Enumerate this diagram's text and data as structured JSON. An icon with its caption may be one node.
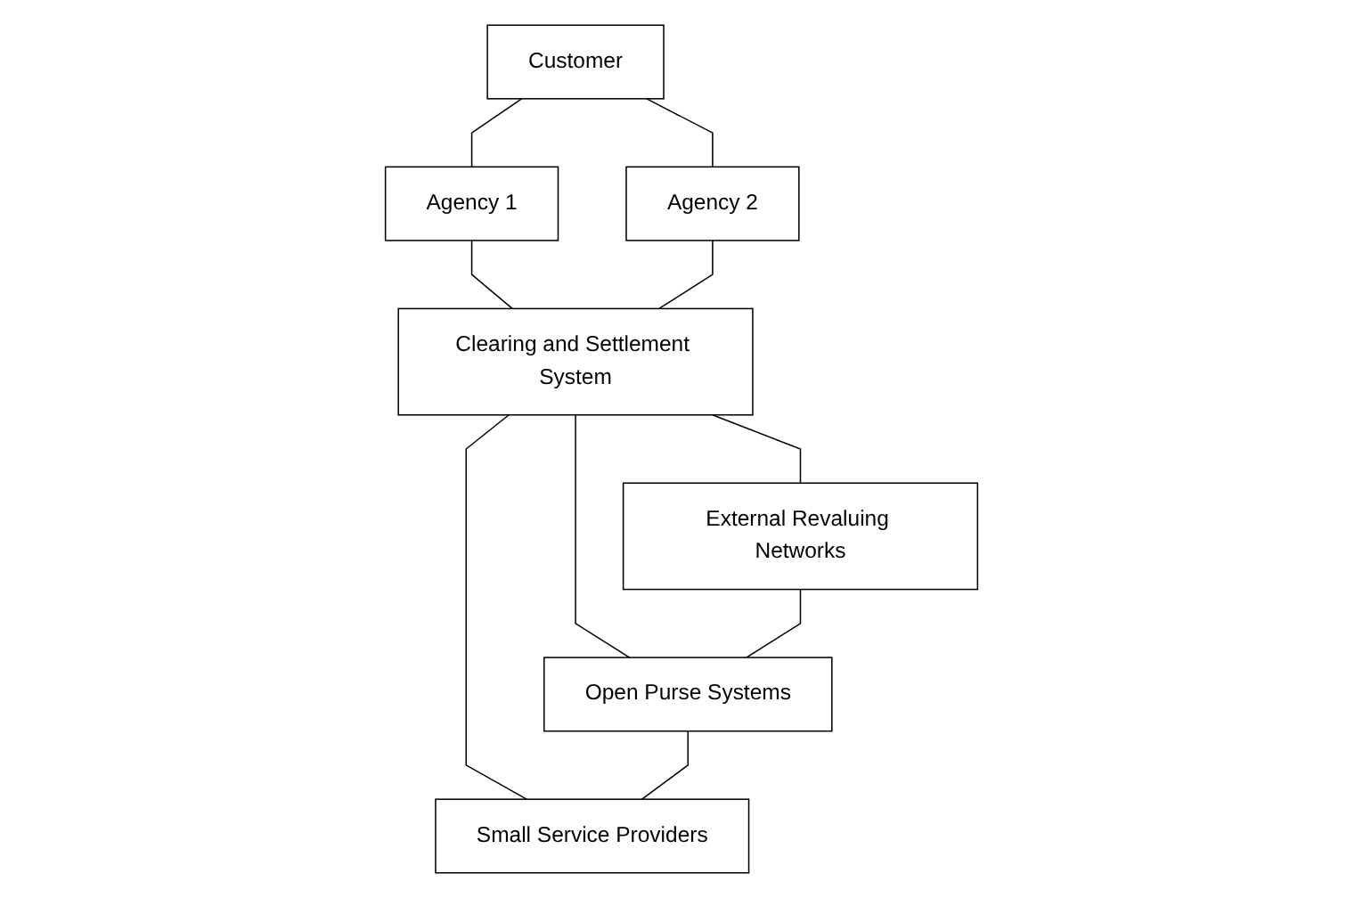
{
  "diagram": {
    "nodes": [
      {
        "text": [
          "Customer"
        ]
      },
      {
        "text": [
          "Agency 1"
        ]
      },
      {
        "text": [
          "Agency 2"
        ]
      },
      {
        "text": [
          "Clearing and Settlement System"
        ]
      },
      {
        "text": [
          "External Revaluing Networks"
        ]
      },
      {
        "text": [
          "Open Purse Systems"
        ]
      },
      {
        "text": [
          "Small Service Providers"
        ]
      }
    ],
    "edges": [
      {
        "from": 0,
        "to": 1,
        "arrow": "none"
      },
      {
        "from": 0,
        "to": 2,
        "arrow": "none"
      },
      {
        "from": 1,
        "to": 3,
        "arrow": "none"
      },
      {
        "from": 2,
        "to": 3,
        "arrow": "none"
      },
      {
        "from": 3,
        "to": 4,
        "arrow": "none"
      },
      {
        "from": 3,
        "to": 5,
        "arrow": "none"
      },
      {
        "from": 3,
        "to": 6,
        "arrow": "none"
      },
      {
        "from": 4,
        "to": 5,
        "arrow": "none"
      },
      {
        "from": 5,
        "to": 6,
        "arrow": "none"
      }
    ]
  }
}
